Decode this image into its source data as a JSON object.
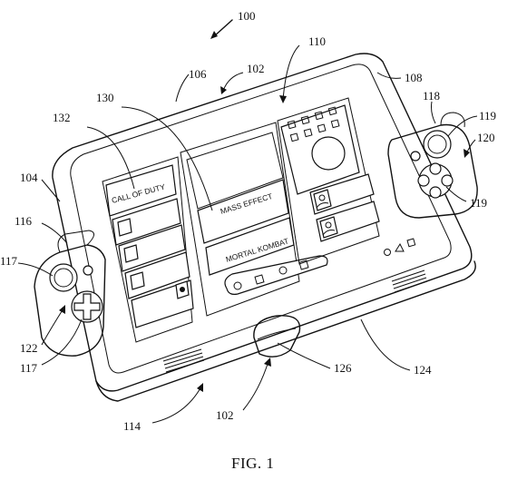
{
  "figure": {
    "caption": "FIG. 1",
    "screen_labels": {
      "left_top": "CALL OF DUTY",
      "center_middle": "MASS EFFECT",
      "center_bottom": "MORTAL KOMBAT"
    },
    "reference_numerals": {
      "r100": "100",
      "r102_top": "102",
      "r106": "106",
      "r110": "110",
      "r108": "108",
      "r130": "130",
      "r132": "132",
      "r118": "118",
      "r119_top": "119",
      "r120": "120",
      "r119_right": "119",
      "r104": "104",
      "r116": "116",
      "r117_top": "117",
      "r122": "122",
      "r117_bottom": "117",
      "r126": "126",
      "r124": "124",
      "r102_bottom": "102",
      "r114": "114"
    }
  }
}
